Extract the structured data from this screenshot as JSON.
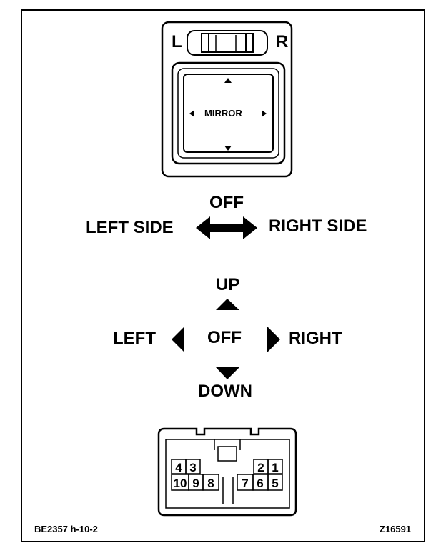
{
  "switch": {
    "left_label": "L",
    "right_label": "R",
    "pad_label": "MIRROR"
  },
  "selector": {
    "center_label": "OFF",
    "left_label": "LEFT SIDE",
    "right_label": "RIGHT SIDE"
  },
  "direction": {
    "up_label": "UP",
    "down_label": "DOWN",
    "left_label": "LEFT",
    "right_label": "RIGHT",
    "center_label": "OFF"
  },
  "connector": {
    "top_row": [
      "4",
      "3",
      "2",
      "1"
    ],
    "bottom_row": [
      "10",
      "9",
      "8",
      "7",
      "6",
      "5"
    ]
  },
  "footer": {
    "left_code": "BE2357 h-10-2",
    "right_code": "Z16591"
  }
}
